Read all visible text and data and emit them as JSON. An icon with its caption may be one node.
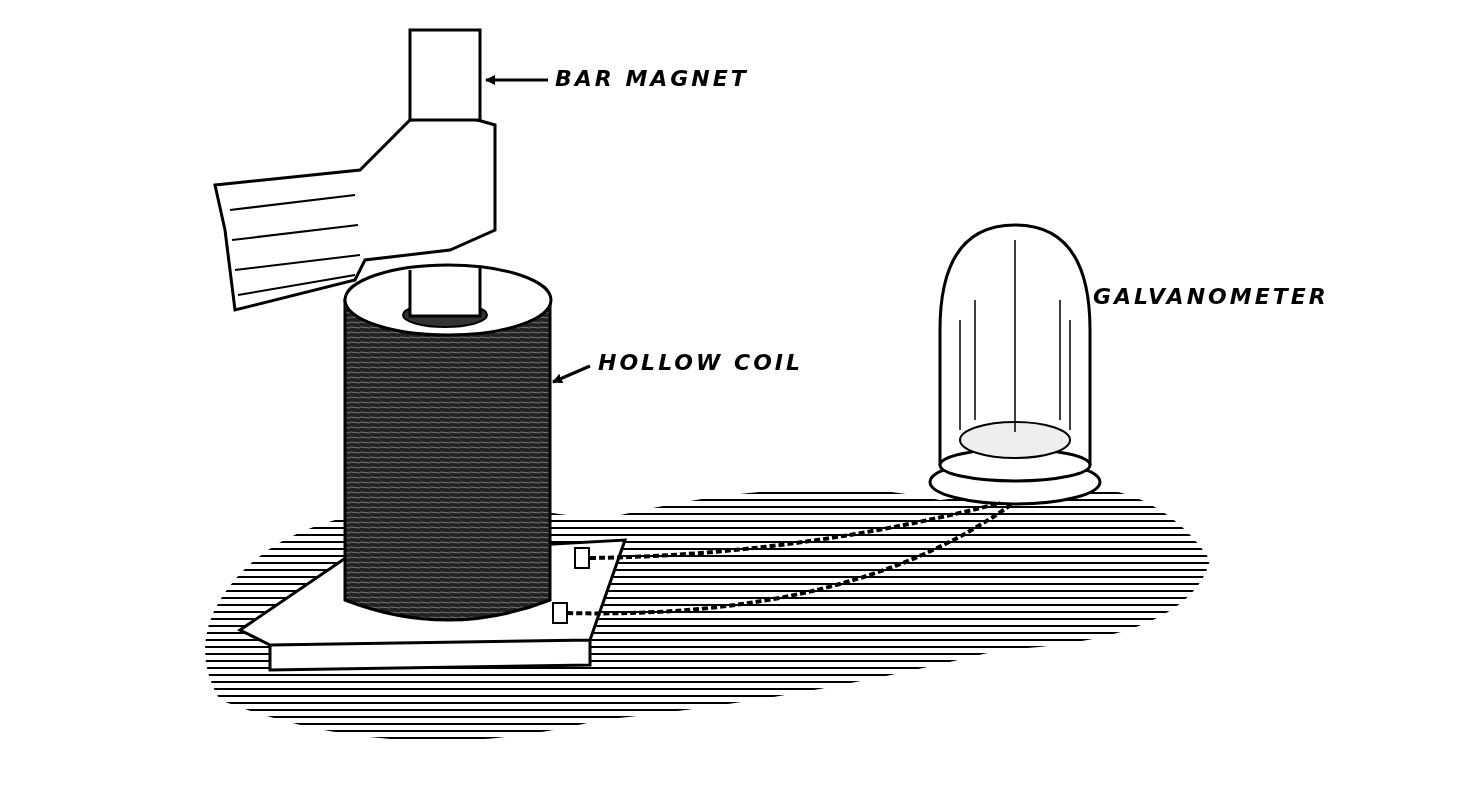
{
  "diagram": {
    "nodes": [
      {
        "text": [
          "BAR MAGNET"
        ]
      },
      {
        "text": [],
        "shape": "picture"
      },
      {
        "text": [
          "HOLLOW COIL"
        ]
      },
      {
        "text": [],
        "shape": "picture"
      },
      {
        "text": [],
        "shape": "picture",
        "beside": [
          "GALVANOMETER"
        ]
      }
    ],
    "edges": [
      {
        "from": 0,
        "to": 1,
        "arrow": "to"
      },
      {
        "from": 2,
        "to": 3,
        "arrow": "to"
      },
      {
        "from": 3,
        "to": 4,
        "arrow": "none",
        "style": "dashed"
      },
      {
        "from": 3,
        "to": 4,
        "arrow": "none",
        "style": "dashed"
      }
    ]
  }
}
